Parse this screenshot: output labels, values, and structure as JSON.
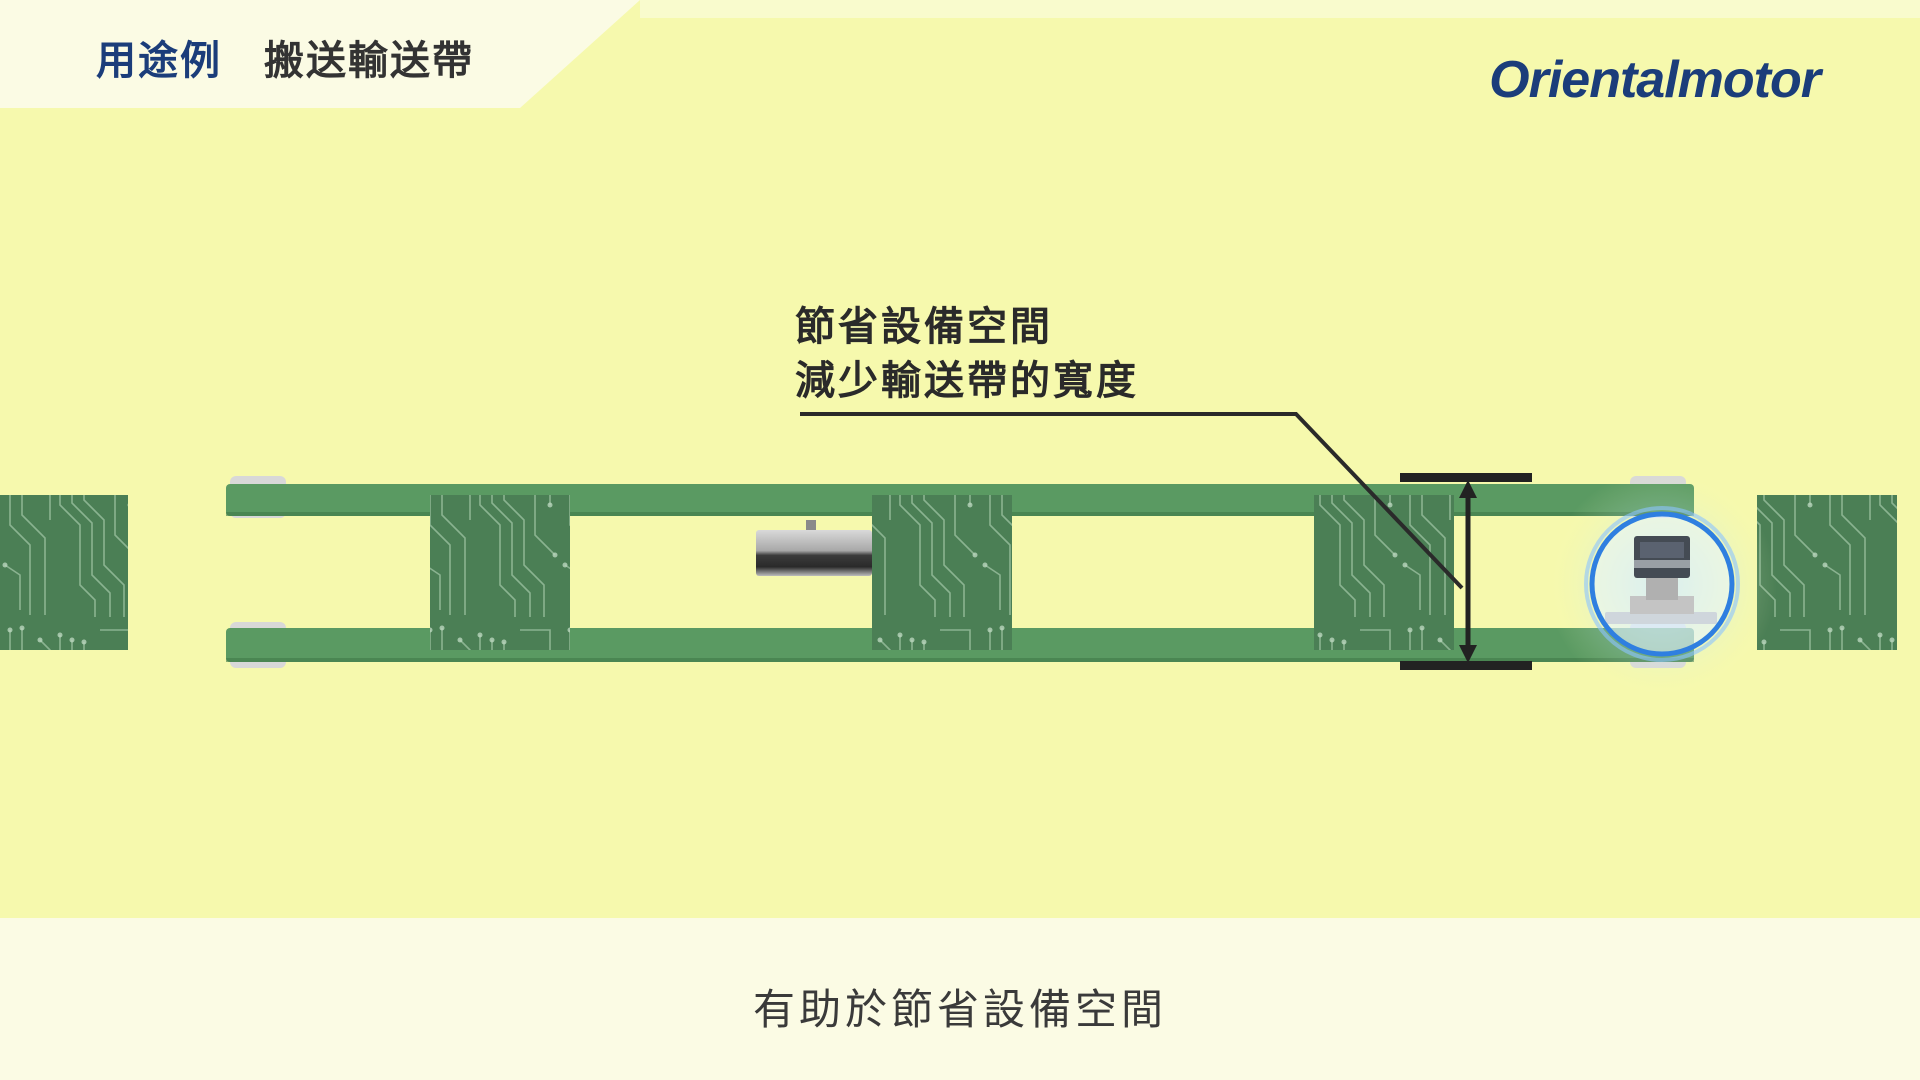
{
  "header": {
    "title": "用途例",
    "subtitle": "搬送輸送帶"
  },
  "brand": {
    "logo_text": "Orientalmotor"
  },
  "annotation": {
    "line1": "節省設備空間",
    "line2": "減少輸送帶的寬度"
  },
  "caption": {
    "text": "有助於節省設備空間"
  },
  "colors": {
    "background": "#f6f9ad",
    "belt_green": "#5a9a62",
    "pcb_green": "#4b7f55",
    "brand_blue": "#1b3d7a",
    "highlight_blue": "#2f7fe0"
  }
}
